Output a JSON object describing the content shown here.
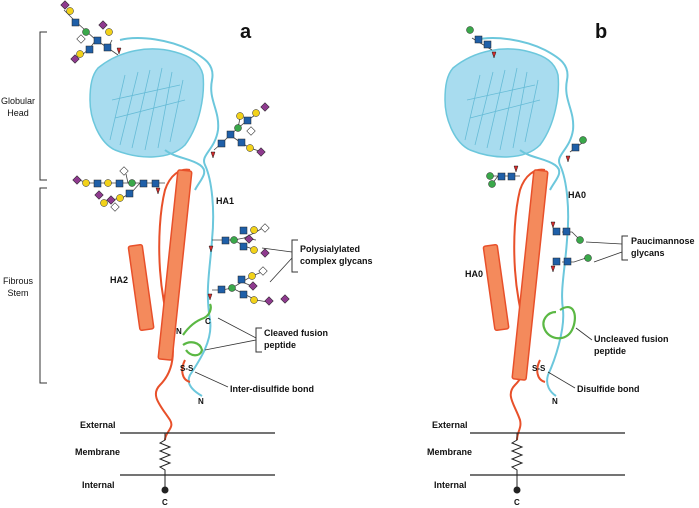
{
  "panels": {
    "a": {
      "letter": "a",
      "globular_head": [
        "Globular",
        "Head"
      ],
      "fibrous_stem": [
        "Fibrous",
        "Stem"
      ],
      "ha1": "HA1",
      "ha2": "HA2",
      "glycans_callout": [
        "Polysialylated",
        "complex glycans"
      ],
      "peptide_callout": [
        "Cleaved fusion",
        "peptide"
      ],
      "bond_label": "Inter-disulfide bond",
      "external": "External",
      "membrane": "Membrane",
      "internal": "Internal",
      "n_label_1": "N",
      "c_label_1": "C",
      "n_label_2": "N",
      "c_term": "C",
      "ss_label": "S-S"
    },
    "b": {
      "letter": "b",
      "ha0_top": "HA0",
      "ha0_left": "HA0",
      "glycans_callout": [
        "Paucimannose",
        "glycans"
      ],
      "peptide_callout": [
        "Uncleaved fusion",
        "peptide"
      ],
      "bond_label": "Disulfide bond",
      "external": "External",
      "membrane": "Membrane",
      "internal": "Internal",
      "n_label": "N",
      "c_term": "C",
      "ss_label": "S-S"
    }
  },
  "colors": {
    "ha1_chain": "#6cc7dc",
    "head_fill": "#a8dcef",
    "ha2_chain": "#e8502a",
    "helix_fill": "#f48a5c",
    "fusion_peptide": "#5bb844",
    "glcnac": "#1f5fa8",
    "mannose": "#3aa84a",
    "galactose": "#f2d21a",
    "sialic_acid": "#8e3a8e",
    "fucose": "#d22a2a"
  }
}
